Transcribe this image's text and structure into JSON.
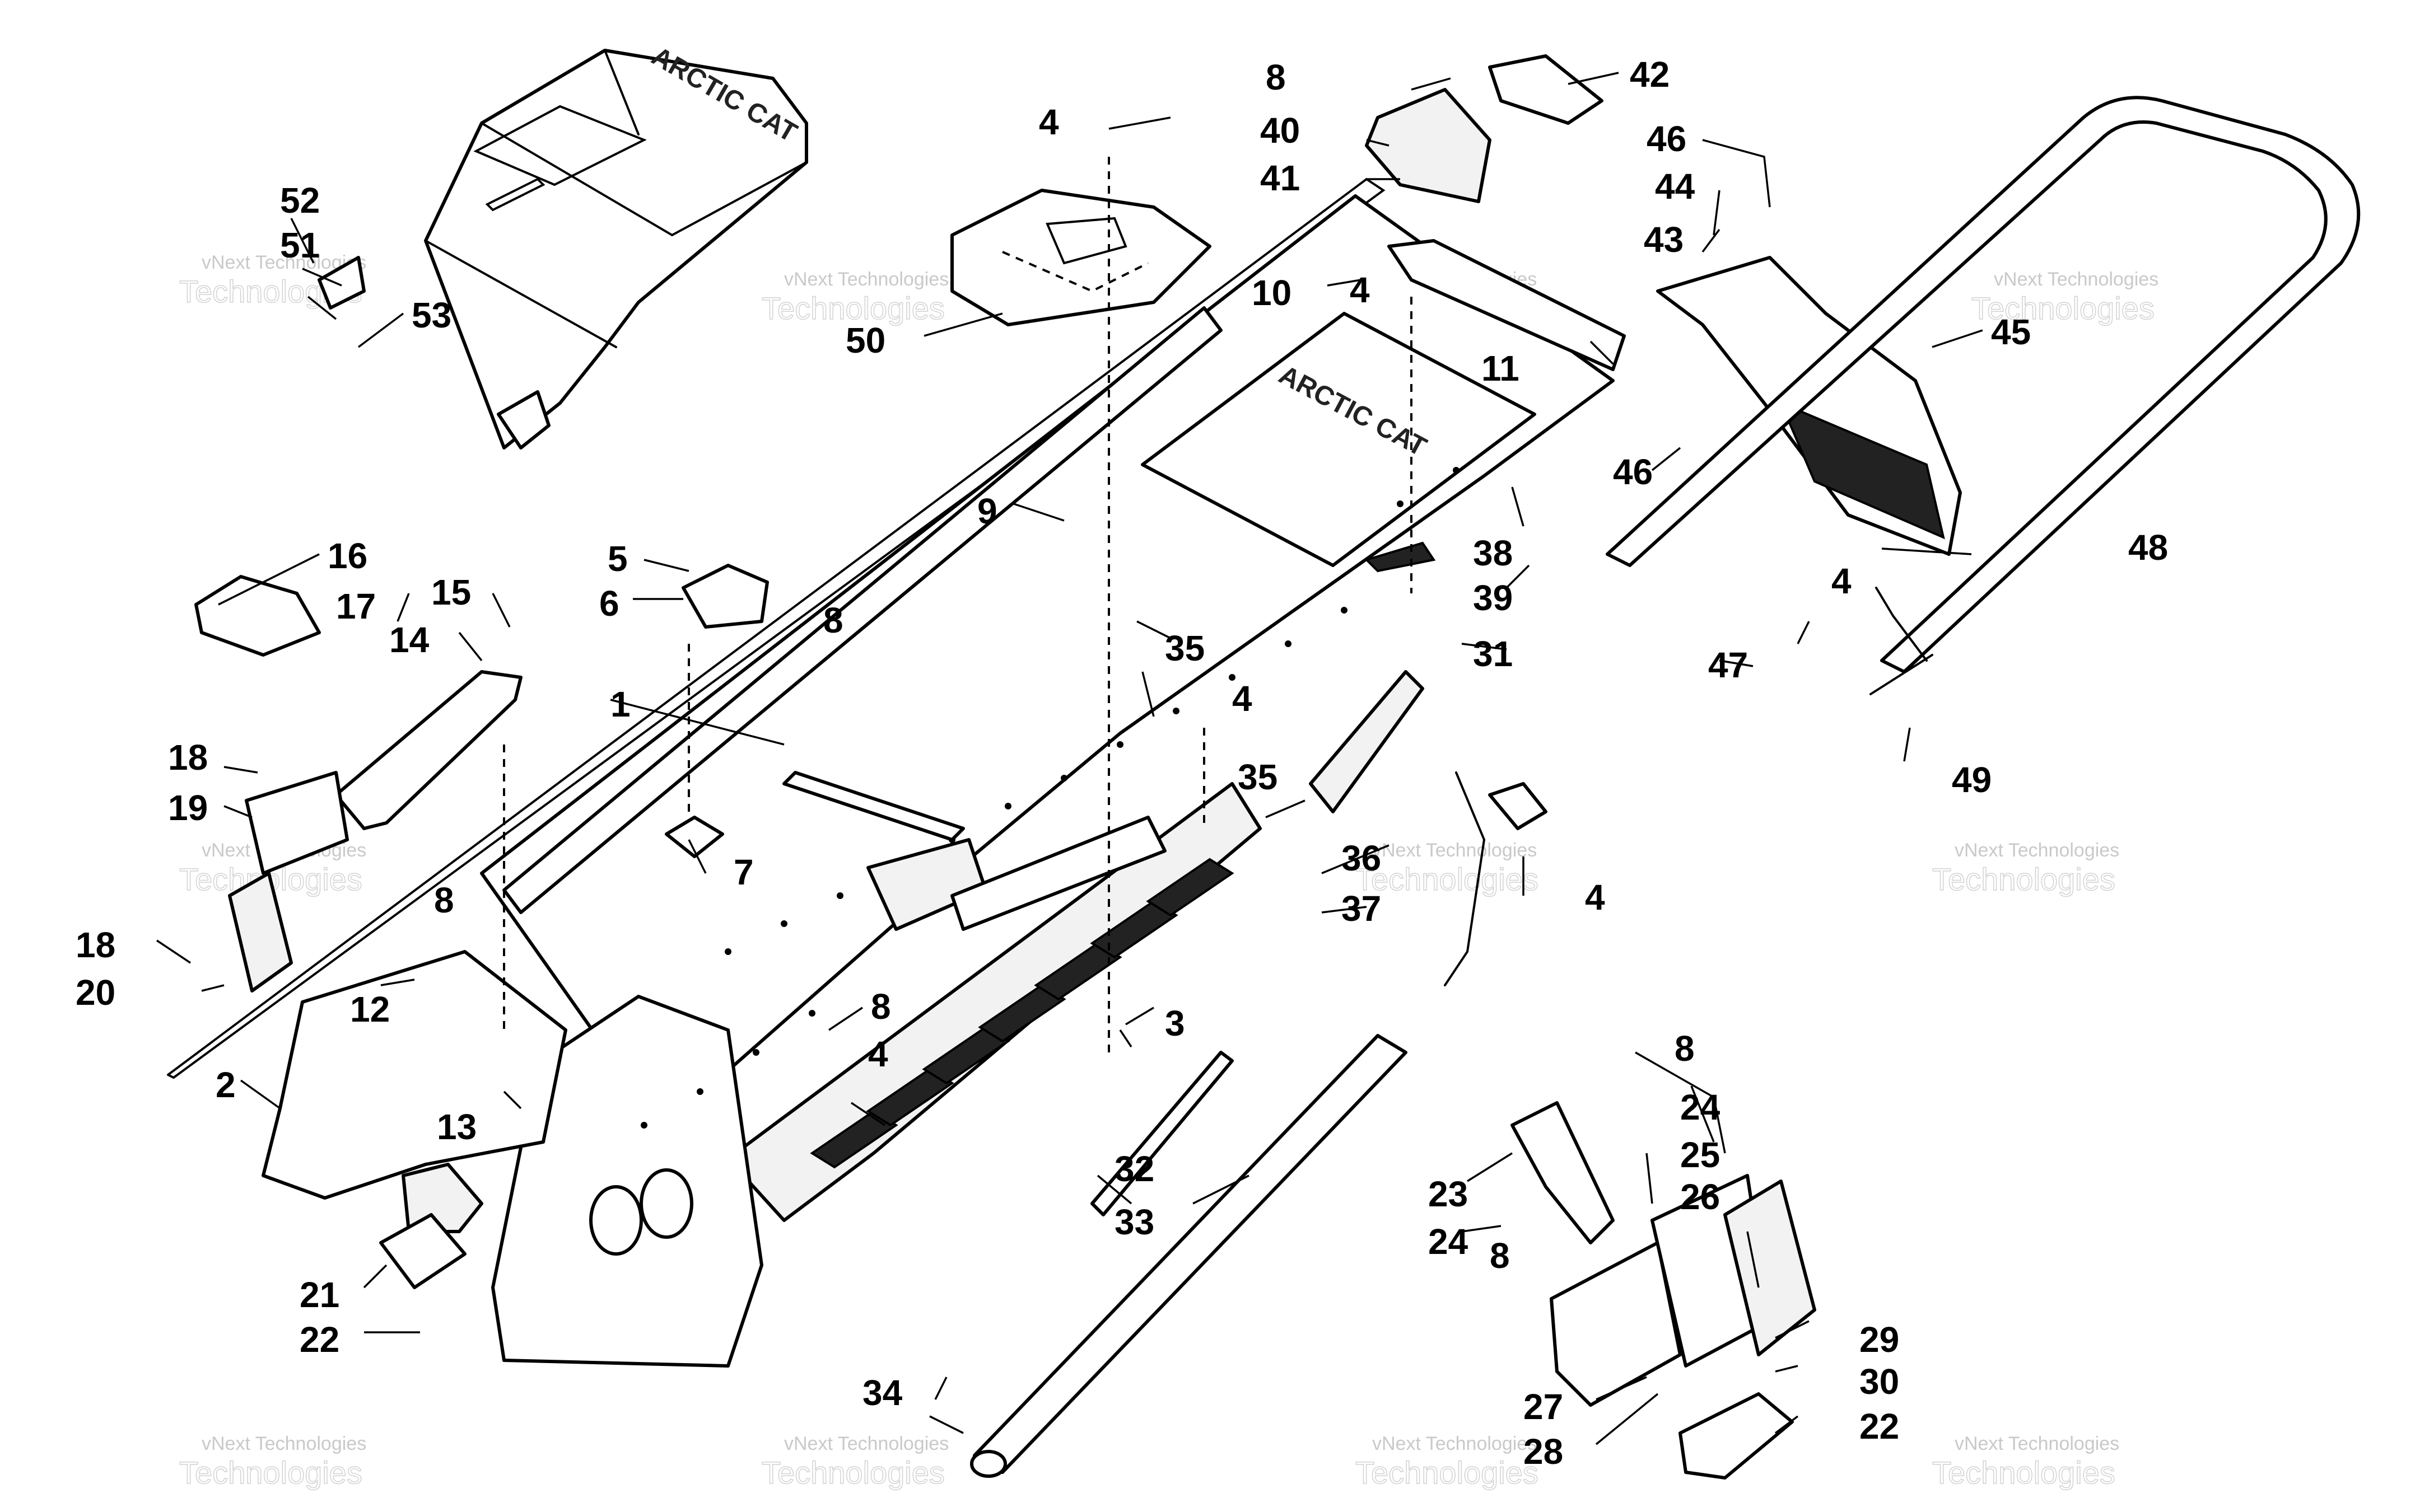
{
  "watermark": {
    "line1": "vNext Technologies",
    "line2": "Technologies"
  },
  "embossed_text": {
    "seat": "ARCTIC CAT",
    "tunnel": "ARCTIC CAT"
  },
  "callouts": {
    "c1": "1",
    "c2": "2",
    "c3": "3",
    "c4": "4",
    "c5": "5",
    "c6": "6",
    "c7": "7",
    "c8": "8",
    "c9": "9",
    "c10": "10",
    "c11": "11",
    "c12": "12",
    "c13": "13",
    "c14": "14",
    "c15": "15",
    "c16": "16",
    "c17": "17",
    "c18": "18",
    "c19": "19",
    "c20": "20",
    "c21": "21",
    "c22": "22",
    "c23": "23",
    "c24": "24",
    "c25": "25",
    "c26": "26",
    "c27": "27",
    "c28": "28",
    "c29": "29",
    "c30": "30",
    "c31": "31",
    "c32": "32",
    "c33": "33",
    "c34": "34",
    "c35": "35",
    "c36": "36",
    "c37": "37",
    "c38": "38",
    "c39": "39",
    "c40": "40",
    "c41": "41",
    "c42": "42",
    "c43": "43",
    "c44": "44",
    "c45": "45",
    "c46": "46",
    "c47": "47",
    "c48": "48",
    "c49": "49",
    "c50": "50",
    "c51": "51",
    "c52": "52",
    "c53": "53"
  }
}
